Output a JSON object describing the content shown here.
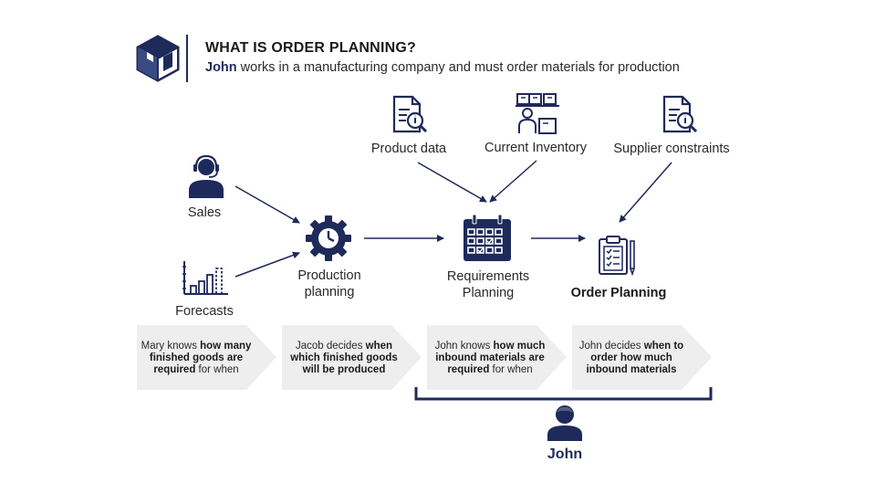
{
  "header": {
    "title": "WHAT IS ORDER PLANNING?",
    "subtitle_highlight": "John",
    "subtitle_rest": " works in a manufacturing company and must order materials for production",
    "logo_icon": "cube-logo-icon"
  },
  "nodes": {
    "product_data": "Product data",
    "current_inventory": "Current Inventory",
    "supplier_constraints": "Supplier constraints",
    "sales": "Sales",
    "forecasts": "Forecasts",
    "production_planning_line1": "Production",
    "production_planning_line2": "planning",
    "requirements_planning_line1": "Requirements",
    "requirements_planning_line2": "Planning",
    "order_planning": "Order Planning"
  },
  "steps": [
    {
      "pre": "Mary knows ",
      "bold": "how many finished goods are required",
      "post": " for when"
    },
    {
      "pre": "Jacob decides ",
      "bold": "when which finished goods will be produced",
      "post": ""
    },
    {
      "pre": "John knows ",
      "bold": "how much inbound materials are required",
      "post": " for when"
    },
    {
      "pre": "John decides ",
      "bold": "when to order how much inbound materials",
      "post": ""
    }
  ],
  "person": {
    "name": "John"
  },
  "colors": {
    "navy": "#1e2a5a",
    "chevron": "#eeeeee",
    "text": "#2a2a2a"
  }
}
